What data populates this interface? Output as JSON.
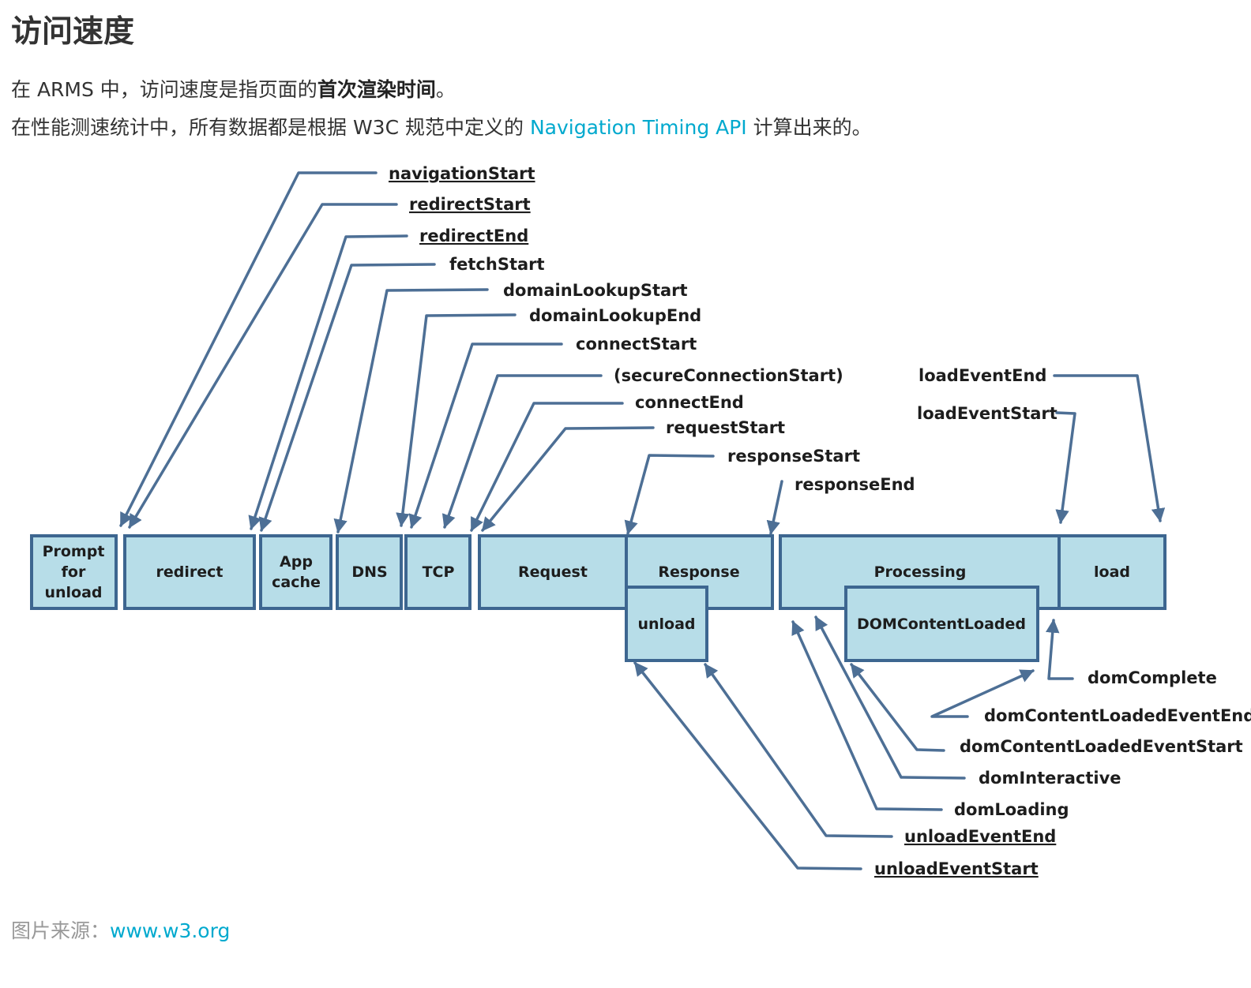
{
  "header": {
    "title": "访问速度"
  },
  "intro": {
    "line1_prefix": "在 ARMS 中，访问速度是指页面的",
    "line1_bold": "首次渲染时间",
    "line1_suffix": "。",
    "line2_prefix": "在性能测速统计中，所有数据都是根据 W3C 规范中定义的 ",
    "line2_link": "Navigation Timing API",
    "line2_suffix": " 计算出来的。"
  },
  "diagram": {
    "phases": {
      "prompt_for_unload": [
        "Prompt",
        "for",
        "unload"
      ],
      "redirect": "redirect",
      "app_cache": [
        "App",
        "cache"
      ],
      "dns": "DNS",
      "tcp": "TCP",
      "request": "Request",
      "response": "Response",
      "unload": "unload",
      "processing": "Processing",
      "dom_content_loaded": "DOMContentLoaded",
      "load": "load"
    },
    "events": {
      "navigation_start": "navigationStart",
      "redirect_start": "redirectStart",
      "redirect_end": "redirectEnd",
      "fetch_start": "fetchStart",
      "domain_lookup_start": "domainLookupStart",
      "domain_lookup_end": "domainLookupEnd",
      "connect_start": "connectStart",
      "secure_connection_start": "(secureConnectionStart)",
      "connect_end": "connectEnd",
      "request_start": "requestStart",
      "response_start": "responseStart",
      "response_end": "responseEnd",
      "load_event_end": "loadEventEnd",
      "load_event_start": "loadEventStart",
      "dom_complete": "domComplete",
      "dom_content_loaded_event_end": "domContentLoadedEventEnd",
      "dom_content_loaded_event_start": "domContentLoadedEventStart",
      "dom_interactive": "domInteractive",
      "dom_loading": "domLoading",
      "unload_event_end": "unloadEventEnd",
      "unload_event_start": "unloadEventStart"
    },
    "colors": {
      "box_fill": "#b7dde8",
      "box_stroke": "#3d6690",
      "arrow": "#4d6f95"
    }
  },
  "footer": {
    "source_label": "图片来源：",
    "source_link": "www.w3.org"
  }
}
